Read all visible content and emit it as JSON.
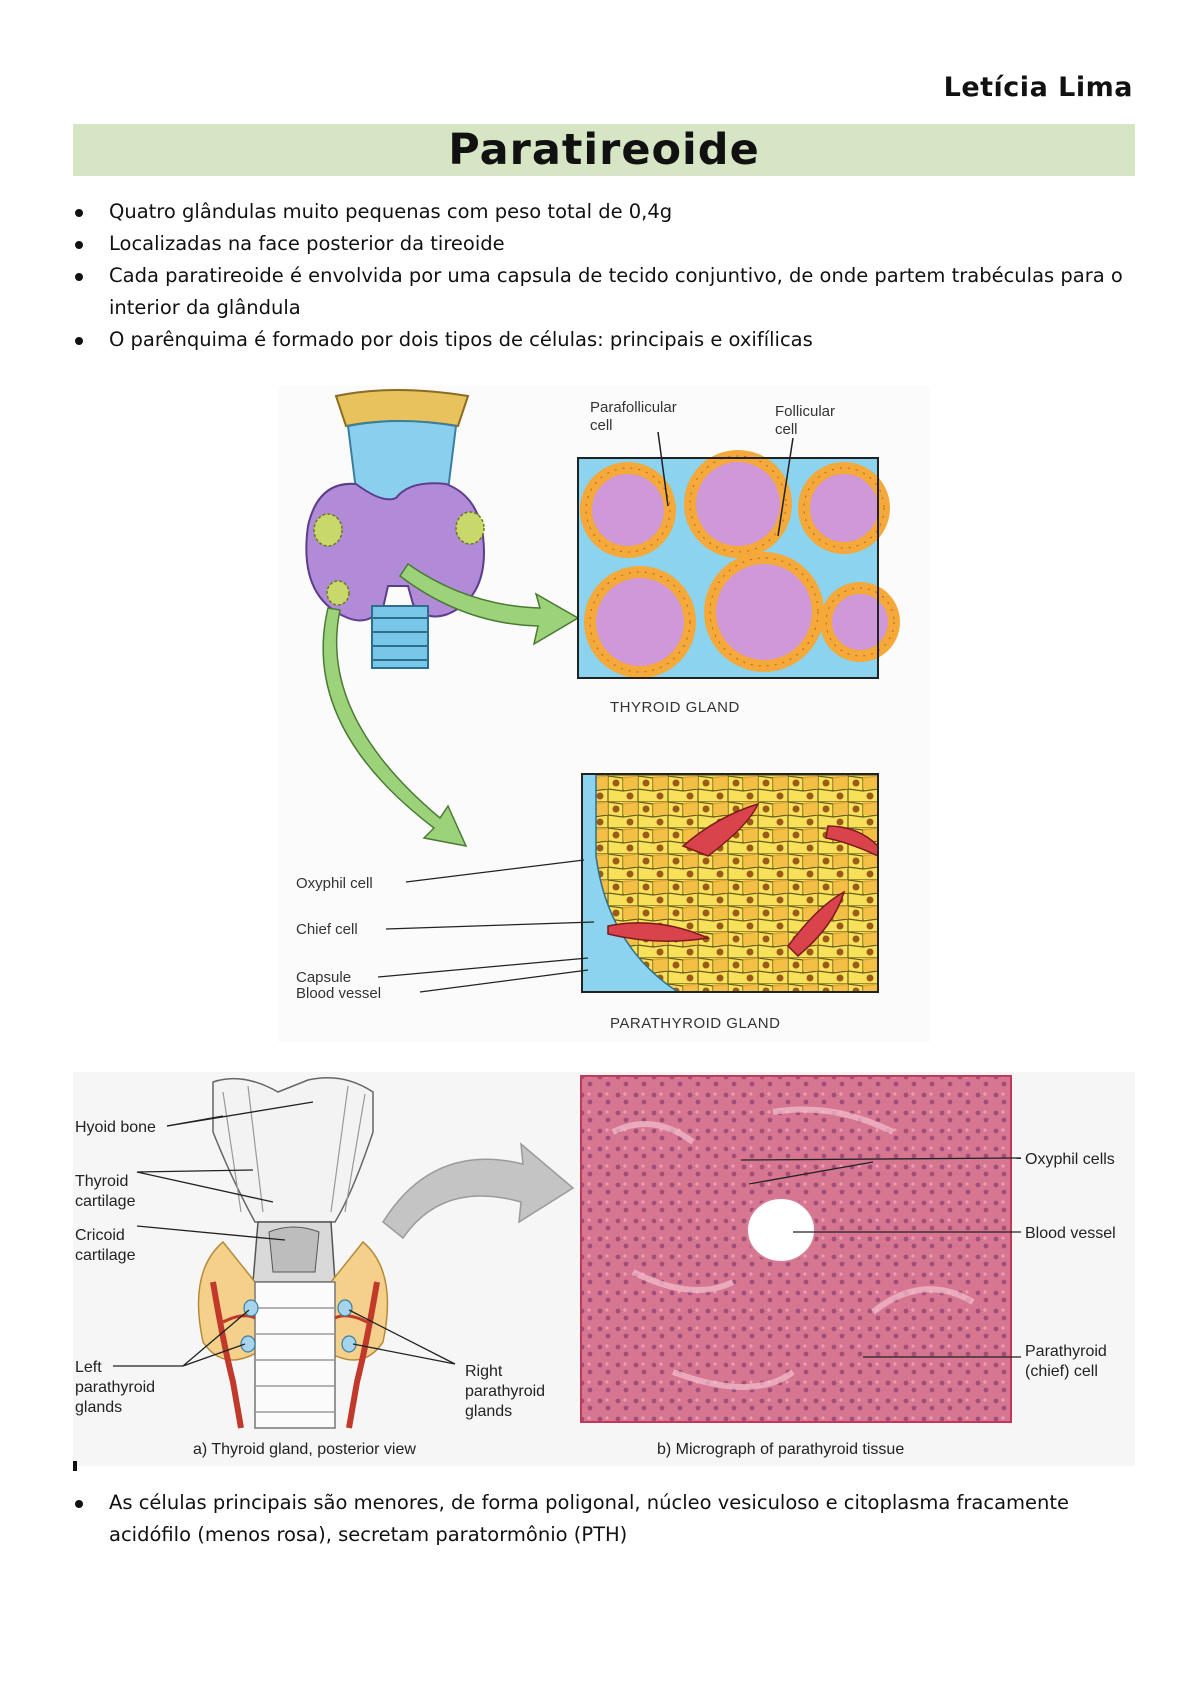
{
  "header": {
    "author": "Letícia Lima",
    "title": "Paratireoide"
  },
  "bullets_top": [
    "Quatro glândulas muito pequenas com peso total de 0,4g",
    "Localizadas na face posterior da tireoide",
    "Cada paratireoide é envolvida por uma capsula de tecido conjuntivo, de onde partem trabéculas para o interior da glândula",
    "O parênquima é formado por dois tipos de células: principais e oxifílicas"
  ],
  "figure1": {
    "label_parafollicular": [
      "Parafollicular",
      "cell"
    ],
    "label_follicular": [
      "Follicular",
      "cell"
    ],
    "thyroid_caption": "THYROID GLAND",
    "label_oxyphil": "Oxyphil cell",
    "label_chief": "Chief cell",
    "label_capsule": "Capsule",
    "label_blood_vessel": "Blood vessel",
    "parathyroid_caption": "PARATHYROID GLAND"
  },
  "figure2": {
    "label_hyoid": "Hyoid bone",
    "label_thyroid_cartilage": [
      "Thyroid",
      "cartilage"
    ],
    "label_cricoid": [
      "Cricoid",
      "cartilage"
    ],
    "label_left_parathyroid": [
      "Left",
      "parathyroid",
      "glands"
    ],
    "label_right_parathyroid": [
      "Right",
      "parathyroid",
      "glands"
    ],
    "caption_a": "a) Thyroid gland, posterior view",
    "label_oxyphil_cells": "Oxyphil cells",
    "label_blood_vessel": "Blood vessel",
    "label_chief_cell": [
      "Parathyroid",
      "(chief) cell"
    ],
    "caption_b": "b) Micrograph of parathyroid tissue"
  },
  "bullets_bottom": [
    "As células principais são menores, de forma poligonal, núcleo vesiculoso e citoplasma fracamente acidófilo (menos rosa), secretam paratormônio (PTH)"
  ],
  "colors": {
    "title_bar": "#d6e6c4",
    "thyroid_purple": "#b18ad8",
    "follicle_orange": "#f4a93a",
    "colloid": "#cf98d8",
    "parathyroid_yellow": "#f7e15a",
    "vessel_red": "#d9434b",
    "arrow_green": "#9bd27a",
    "micrograph_pink": "#e58ca3"
  }
}
